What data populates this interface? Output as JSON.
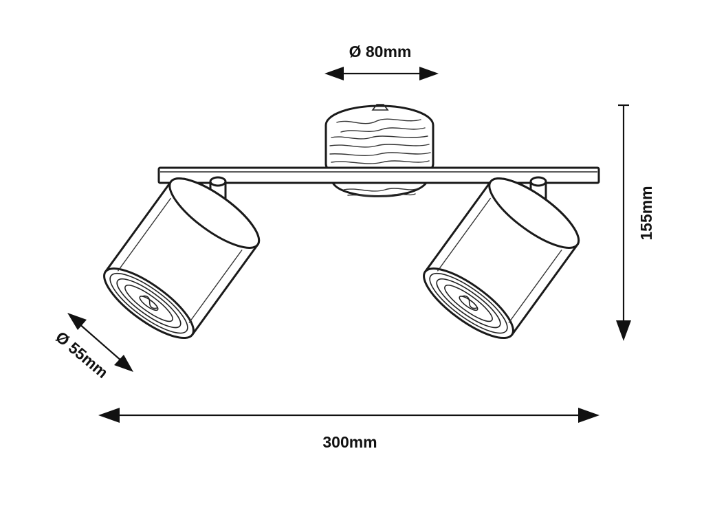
{
  "dimensions": {
    "canopy_diameter": "Ø 80mm",
    "spot_diameter": "Ø 55mm",
    "height": "155mm",
    "width": "300mm"
  },
  "colors": {
    "line": "#1a1a1a",
    "background": "#ffffff"
  }
}
